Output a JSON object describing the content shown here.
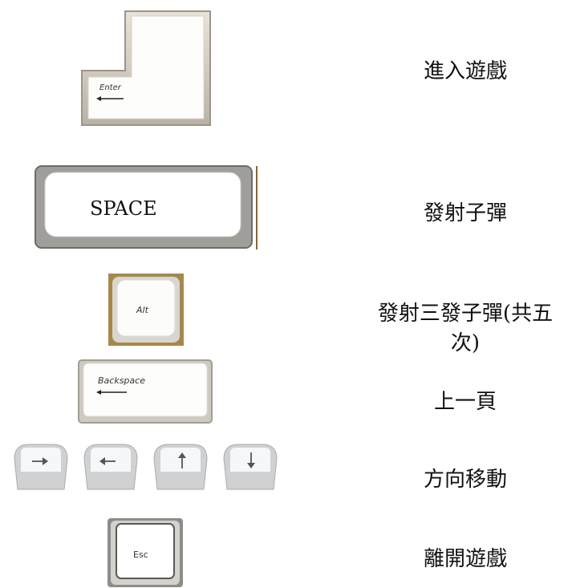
{
  "rows": [
    {
      "key_label": "Enter",
      "icon": "enter-return-arrow-icon",
      "description": "進入遊戲"
    },
    {
      "key_label": "SPACE",
      "description": "發射子彈"
    },
    {
      "key_label": "Alt",
      "description": "發射三發子彈(共五次)"
    },
    {
      "key_label": "Backspace",
      "icon": "left-arrow-icon",
      "description": "上一頁"
    },
    {
      "key_icons": [
        "right-arrow-icon",
        "left-arrow-icon",
        "up-arrow-icon",
        "down-arrow-icon"
      ],
      "description": "方向移動"
    },
    {
      "key_label": "Esc",
      "description": "離開遊戲"
    }
  ]
}
